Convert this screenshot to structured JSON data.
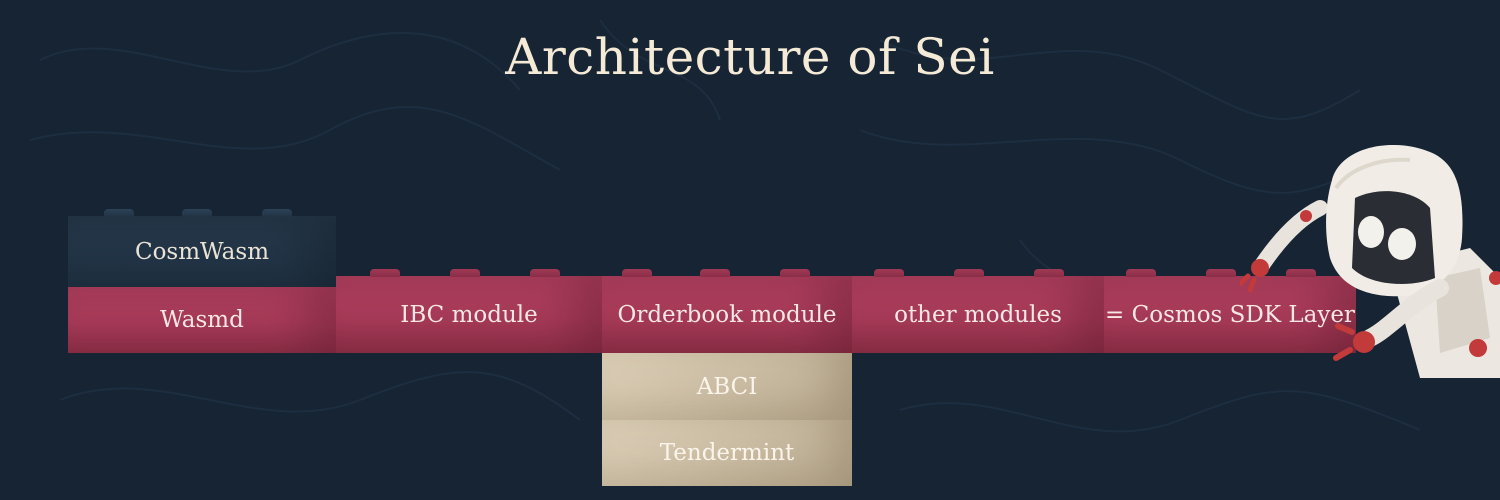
{
  "title": "Architecture of Sei",
  "blocks": {
    "cosmwasm": "CosmWasm",
    "wasmd": "Wasmd",
    "ibc_module": "IBC module",
    "orderbook_module": "Orderbook module",
    "other_modules": "other modules",
    "cosmos_sdk_layer": "= Cosmos SDK Layer",
    "abci": "ABCI",
    "tendermint": "Tendermint"
  },
  "colors": {
    "background": "#162434",
    "module_red": "#a63a58",
    "cosmwasm_dark": "#23364a",
    "consensus_beige": "#cdbfa6",
    "title_text": "#f4ead6"
  },
  "icons": [
    "robot-mascot-icon"
  ]
}
